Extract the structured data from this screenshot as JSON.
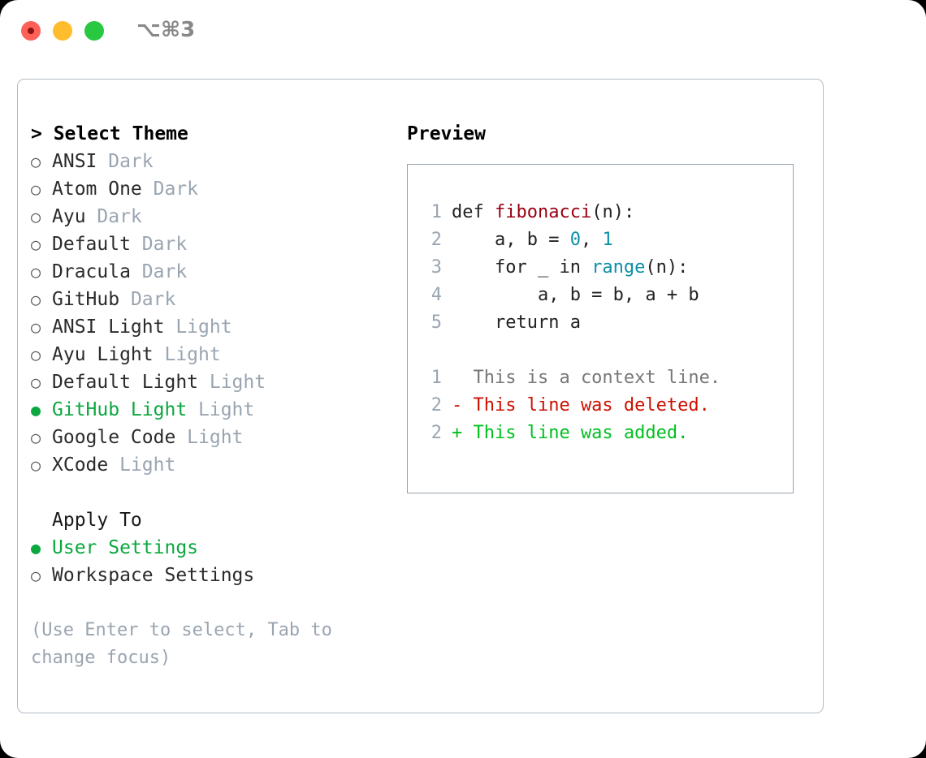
{
  "titlebar": {
    "shortcut": "⌥⌘3",
    "buttons": [
      {
        "name": "close",
        "color": "#ff6058"
      },
      {
        "name": "minimize",
        "color": "#ffbd2e"
      },
      {
        "name": "maximize",
        "color": "#28c840"
      }
    ]
  },
  "colors": {
    "selected_green": "#0aa83f",
    "muted_gray": "#9aa5b1",
    "border": "#b3bcc6",
    "preview_border": "#97a3b0",
    "diff_add": "#00c020",
    "diff_del": "#cc1100",
    "fn_red": "#990011",
    "num_teal": "#0e8fa8"
  },
  "theme_picker": {
    "title": "> Select Theme",
    "marker_selected": "●",
    "marker_unselected": "○",
    "items": [
      {
        "name": "ANSI",
        "variant": "Dark",
        "selected": false
      },
      {
        "name": "Atom One",
        "variant": "Dark",
        "selected": false
      },
      {
        "name": "Ayu",
        "variant": "Dark",
        "selected": false
      },
      {
        "name": "Default",
        "variant": "Dark",
        "selected": false
      },
      {
        "name": "Dracula",
        "variant": "Dark",
        "selected": false
      },
      {
        "name": "GitHub",
        "variant": "Dark",
        "selected": false
      },
      {
        "name": "ANSI Light",
        "variant": "Light",
        "selected": false
      },
      {
        "name": "Ayu Light",
        "variant": "Light",
        "selected": false
      },
      {
        "name": "Default Light",
        "variant": "Light",
        "selected": false
      },
      {
        "name": "GitHub Light",
        "variant": "Light",
        "selected": true
      },
      {
        "name": "Google Code",
        "variant": "Light",
        "selected": false
      },
      {
        "name": "XCode",
        "variant": "Light",
        "selected": false
      }
    ]
  },
  "apply_to": {
    "title": "Apply To",
    "items": [
      {
        "name": "User Settings",
        "selected": true
      },
      {
        "name": "Workspace Settings",
        "selected": false
      }
    ]
  },
  "hint": "(Use Enter to select, Tab to change focus)",
  "preview": {
    "title": "Preview",
    "code_lines": [
      {
        "number": "1",
        "tokens": [
          {
            "text": "def ",
            "kind": "plain"
          },
          {
            "text": "fibonacci",
            "kind": "fn"
          },
          {
            "text": "(n):",
            "kind": "plain"
          }
        ]
      },
      {
        "number": "2",
        "tokens": [
          {
            "text": "    a, b = ",
            "kind": "plain"
          },
          {
            "text": "0",
            "kind": "num"
          },
          {
            "text": ", ",
            "kind": "plain"
          },
          {
            "text": "1",
            "kind": "num"
          }
        ]
      },
      {
        "number": "3",
        "tokens": [
          {
            "text": "    for _ in ",
            "kind": "plain"
          },
          {
            "text": "range",
            "kind": "builtin"
          },
          {
            "text": "(n):",
            "kind": "plain"
          }
        ]
      },
      {
        "number": "4",
        "tokens": [
          {
            "text": "        a, b = b, a + b",
            "kind": "plain"
          }
        ]
      },
      {
        "number": "5",
        "tokens": [
          {
            "text": "    return a",
            "kind": "plain"
          }
        ]
      }
    ],
    "diff_lines": [
      {
        "number": "1",
        "kind": "ctx",
        "text": "  This is a context line."
      },
      {
        "number": "2",
        "kind": "del",
        "text": "- This line was deleted."
      },
      {
        "number": "2",
        "kind": "add",
        "text": "+ This line was added."
      }
    ]
  }
}
